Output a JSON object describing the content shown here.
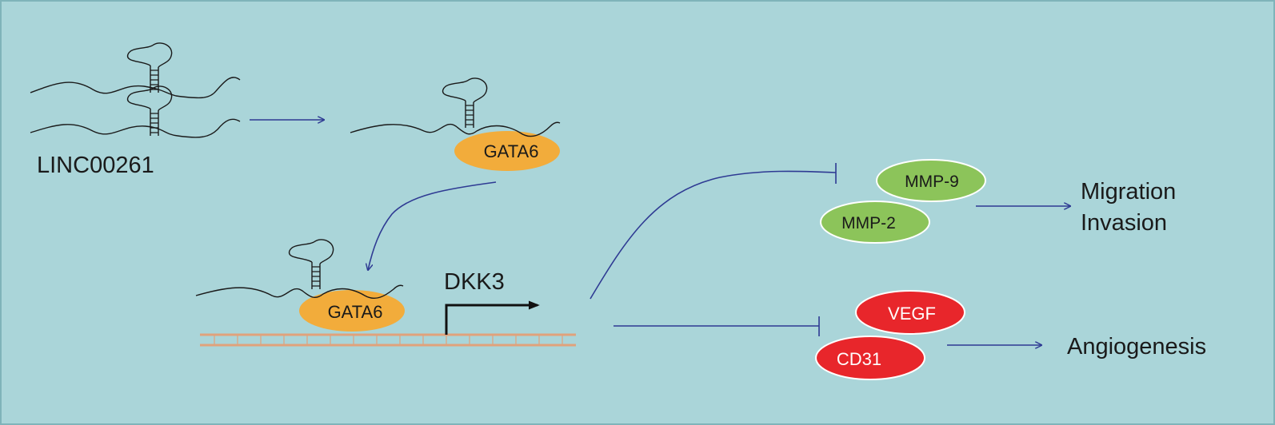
{
  "colors": {
    "background": "#aad5d9",
    "border": "#7fb4ba",
    "rna_line": "#1a1a1a",
    "arrow_blue": "#2e3a93",
    "gata6_fill": "#f2ac3b",
    "mmp_fill": "#8cc45a",
    "mmp_stroke": "#ffffff",
    "vegf_fill": "#e8262b",
    "dna_strand": "#e0a27c",
    "promoter_arrow": "#111111"
  },
  "labels": {
    "lnc_name": "LINC00261",
    "gata6_top": "GATA6",
    "gata6_bottom": "GATA6",
    "dkk3": "DKK3",
    "mmp9": "MMP-9",
    "mmp2": "MMP-2",
    "migration": "Migration",
    "invasion": "Invasion",
    "vegf": "VEGF",
    "cd31": "CD31",
    "angiogenesis": "Angiogenesis"
  },
  "icons": [
    "lncrna-hairpin-icon",
    "promoter-arrow-icon",
    "activation-arrow-icon",
    "inhibition-bar-icon"
  ]
}
